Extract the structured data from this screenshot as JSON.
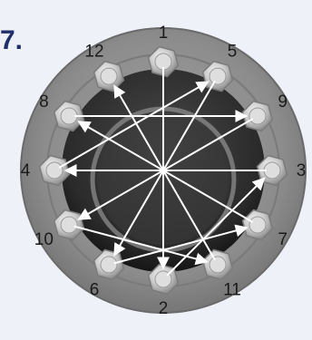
{
  "step_number": "7.",
  "bolt_labels": [
    "1",
    "2",
    "3",
    "4",
    "5",
    "6",
    "7",
    "8",
    "9",
    "10",
    "11",
    "12"
  ],
  "tightening_sequence": [
    "1",
    "2",
    "3",
    "4",
    "5",
    "6",
    "7",
    "8",
    "9",
    "10",
    "11",
    "12"
  ],
  "colors": {
    "background": "#eef2f8",
    "flange": "#8f8f8f",
    "bore": "#2c2c2c",
    "arrow": "#ffffff",
    "label": "#1a1a1a",
    "step_number": "#1f2f6b"
  }
}
